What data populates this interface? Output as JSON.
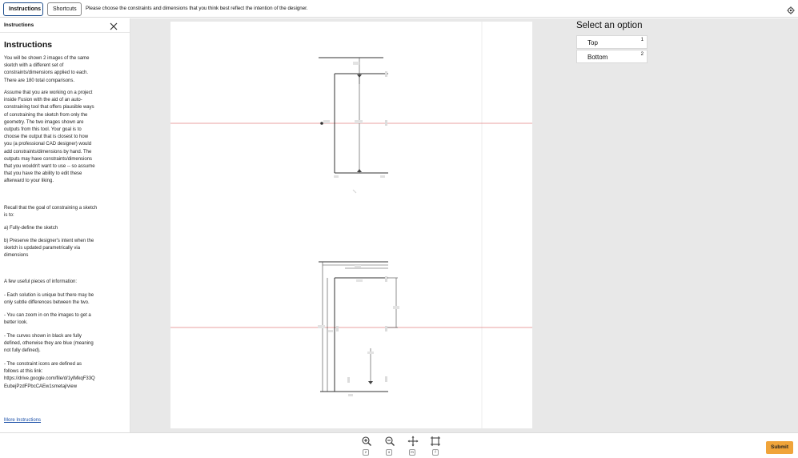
{
  "topbar": {
    "instructions_tab": "Instructions",
    "shortcuts_tab": "Shortcuts",
    "message": "Please choose the constraints and dimensions that you think best reflect the intention of the designer.",
    "settings_icon": "gear-icon"
  },
  "left_panel": {
    "header_title": "Instructions",
    "close_icon": "close-icon",
    "title": "Instructions",
    "paragraphs": [
      "You will be shown 2 images of the same\nsketch with a different set of\nconstraints/dimensions applied to each.\nThere are 180 total comparisons.",
      "Assume that you are working on a project\ninside Fusion with the aid of an auto-\nconstraining tool that offers plausible ways\nof constraining the sketch from only the\ngeometry. The two images shown are\noutputs from this tool. Your goal is to\nchoose the output that is closest to how\nyou (a professional CAD designer) would\nadd constraints/dimensions by hand. The\noutputs may have constraints/dimensions\nthat you wouldn't want to use -- so assume\nthat you have the ability to edit these\nafterward to your liking.",
      "Recall that the goal of constraining a sketch\nis to:",
      " a) Fully-define the sketch",
      " b) Preserve the designer's intent when the\nsketch is updated parametrically via\ndimensions",
      "A few useful pieces of information:",
      " - Each solution is unique but there may be\nonly subtle differences between the two.",
      " - You can zoom in on the images to get a\nbetter look.",
      " - The curves shown in black are fully\ndefined, otherwise they are blue (meaning\nnot fully defined).",
      " - The constraint icons are defined as\nfollows at this link:\nhttps://drive.google.com/file/d/1ylMkqF33Q\nEubejPzdFPbcCAEw1smetaj/view"
    ],
    "more_link": "More Instructions"
  },
  "options": {
    "title": "Select an option",
    "items": [
      {
        "label": "Top",
        "key": "1"
      },
      {
        "label": "Bottom",
        "key": "2"
      }
    ]
  },
  "toolbar": {
    "tools": [
      {
        "icon": "zoom-in-icon",
        "key": "z"
      },
      {
        "icon": "zoom-out-icon",
        "key": "o"
      },
      {
        "icon": "pan-icon",
        "key": "m"
      },
      {
        "icon": "fit-screen-icon",
        "key": "f"
      }
    ],
    "submit_label": "Submit"
  },
  "colors": {
    "accent": "#f0a43a",
    "link": "#1a4fa8",
    "axis_line": "#e08080"
  }
}
